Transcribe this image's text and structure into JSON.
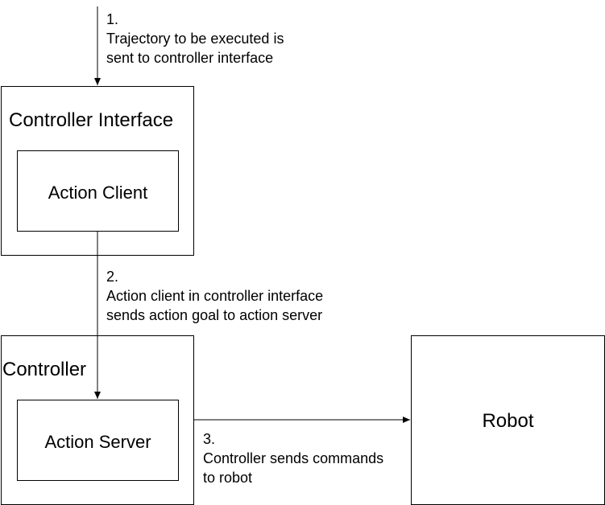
{
  "boxes": {
    "controller_interface": {
      "title": "Controller Interface",
      "inner": "Action Client"
    },
    "controller": {
      "title": "Controller",
      "inner": "Action Server"
    },
    "robot": {
      "title": "Robot"
    }
  },
  "steps": [
    {
      "number": "1.",
      "lines": [
        "Trajectory to be executed is",
        "sent to controller interface"
      ]
    },
    {
      "number": "2.",
      "lines": [
        "Action client in controller interface",
        "sends action goal to action server"
      ]
    },
    {
      "number": "3.",
      "lines": [
        "Controller sends commands",
        "to robot"
      ]
    }
  ],
  "colors": {
    "stroke": "#000000",
    "background": "#ffffff"
  }
}
